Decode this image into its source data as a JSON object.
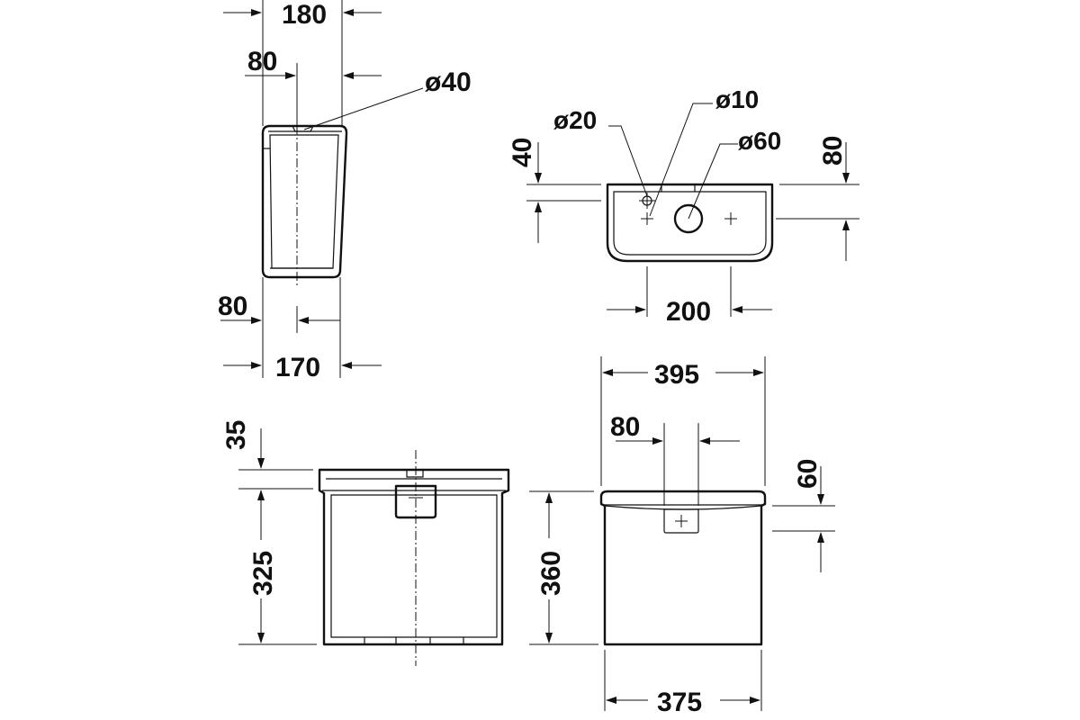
{
  "side_view": {
    "width_top": "180",
    "offset_top": "80",
    "hole_diameter": "ø40",
    "offset_bottom": "80",
    "width_bottom": "170"
  },
  "top_view": {
    "hole_small_a": "ø20",
    "hole_small_b": "ø10",
    "hole_large": "ø60",
    "offset_left": "40",
    "offset_right": "80",
    "hole_spacing": "200"
  },
  "rear_view": {
    "lid_height": "35",
    "body_height": "325"
  },
  "front_view": {
    "width_top": "395",
    "button_offset": "80",
    "button_height": "60",
    "total_height": "360",
    "width_bottom": "375"
  }
}
